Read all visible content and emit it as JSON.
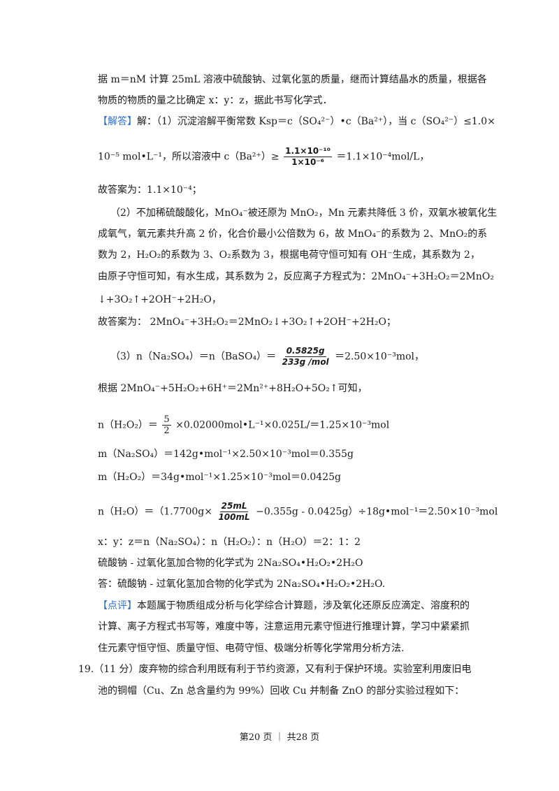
{
  "line01": "据 m＝nM 计算 25mL 溶液中硫酸钠、过氧化氢的质量，继而计算结晶水的质量，根据各",
  "line02": "物质的物质的量之比确定 x：y：z，据此书写化学式．",
  "jieda_tag": "【解答】",
  "line03": "解：（1）沉淀溶解平衡常数 Ksp＝c（SO₄²⁻）•c（Ba²⁺），当 c（SO₄²⁻）≤1.0×",
  "line04_a": "10⁻⁵ mol•L⁻¹，所以溶液中 c（Ba²⁺）≥",
  "frac1_num": "1.1×10⁻¹⁰",
  "frac1_den": "1×10⁻⁶",
  "line04_b": "＝1.1×10⁻⁴mol/L，",
  "line05": "故答案为：1.1×10⁻⁴；",
  "line06": "（2）不加稀硫酸酸化，MnO₄⁻被还原为 MnO₂，Mn 元素共降低 3 价，双氧水被氧化生",
  "line07": "成氧气，氧元素共升高 2 价，化合价最小公倍数为 6，故 MnO₄⁻的系数为 2、MnO₂的系",
  "line08": "数为 2，H₂O₂的系数为 3、O₂系数为 3，根据电荷守恒可知有 OH⁻生成，其系数为 2，",
  "line09": "由原子守恒可知，有水生成，其系数为 2，反应离子方程式为：2MnO₄⁻+3H₂O₂＝2MnO₂",
  "line10": "↓+3O₂↑+2OH⁻+2H₂O，",
  "line11": "故答案为：  2MnO₄⁻+3H₂O₂＝2MnO₂↓+3O₂↑+2OH⁻+2H₂O；",
  "line12_a": "（3）n（Na₂SO₄）＝n（BaSO₄）＝",
  "frac2_num": "0.5825g",
  "frac2_den": "233g /mol",
  "line12_b": "＝2.50×10⁻³mol，",
  "line13": "根据 2MnO₄⁻+5H₂O₂+6H⁺＝2Mn²⁺+8H₂O+5O₂↑可知，",
  "line14_a": "n（H₂O₂）＝",
  "frac3_num": "5",
  "frac3_den": "2",
  "line14_b": "×0.02000mol•L⁻¹×0.025L/＝1.25×10⁻³mol",
  "line15": "m（Na₂SO₄）＝142g•mol⁻¹×2.50×10⁻³mol＝0.355g",
  "line16": "m（H₂O₂）＝34g•mol⁻¹×1.25×10⁻³mol＝0.0425g",
  "line17_a": "n（H₂O）＝（1.7700g×",
  "frac4_num": "25mL",
  "frac4_den": "100mL",
  "line17_b": "−0.355g - 0.0425g）÷18g•mol⁻¹＝2.50×10⁻³mol",
  "line18": "x：y：z＝n（Na₂SO₄）：n（H₂O₂）：n（H₂O）＝2：1：2",
  "line19": "硫酸钠 - 过氧化氢加合物的化学式为 2Na₂SO₄•H₂O₂•2H₂O",
  "line20": "答：硫酸钠 - 过氧化氢加合物的化学式为 2Na₂SO₄•H₂O₂•2H₂O.",
  "dianping_tag": "【点评】",
  "line21": "本题属于物质组成分析与化学综合计算题，涉及氧化还原反应滴定、溶度积的",
  "line22": "计算、离子方程式书写等，难度中等，注意运用元素守恒进行推理计算，学习中紧紧抓",
  "line23": "住元素守恒守恒、质量守恒、电荷守恒、极端分析等化学常用分析方法.",
  "line24": "19.（11 分）废弃物的综合利用既有利于节约资源，又有利于保护环境。实验室利用废旧电",
  "line25": "池的铜帽（Cu、Zn 总含量约为 99%）回收 Cu 并制备 ZnO 的部分实验过程如下：",
  "footer": "第20 页 ｜ 共28 页",
  "accent_color": "#2f6fd0"
}
